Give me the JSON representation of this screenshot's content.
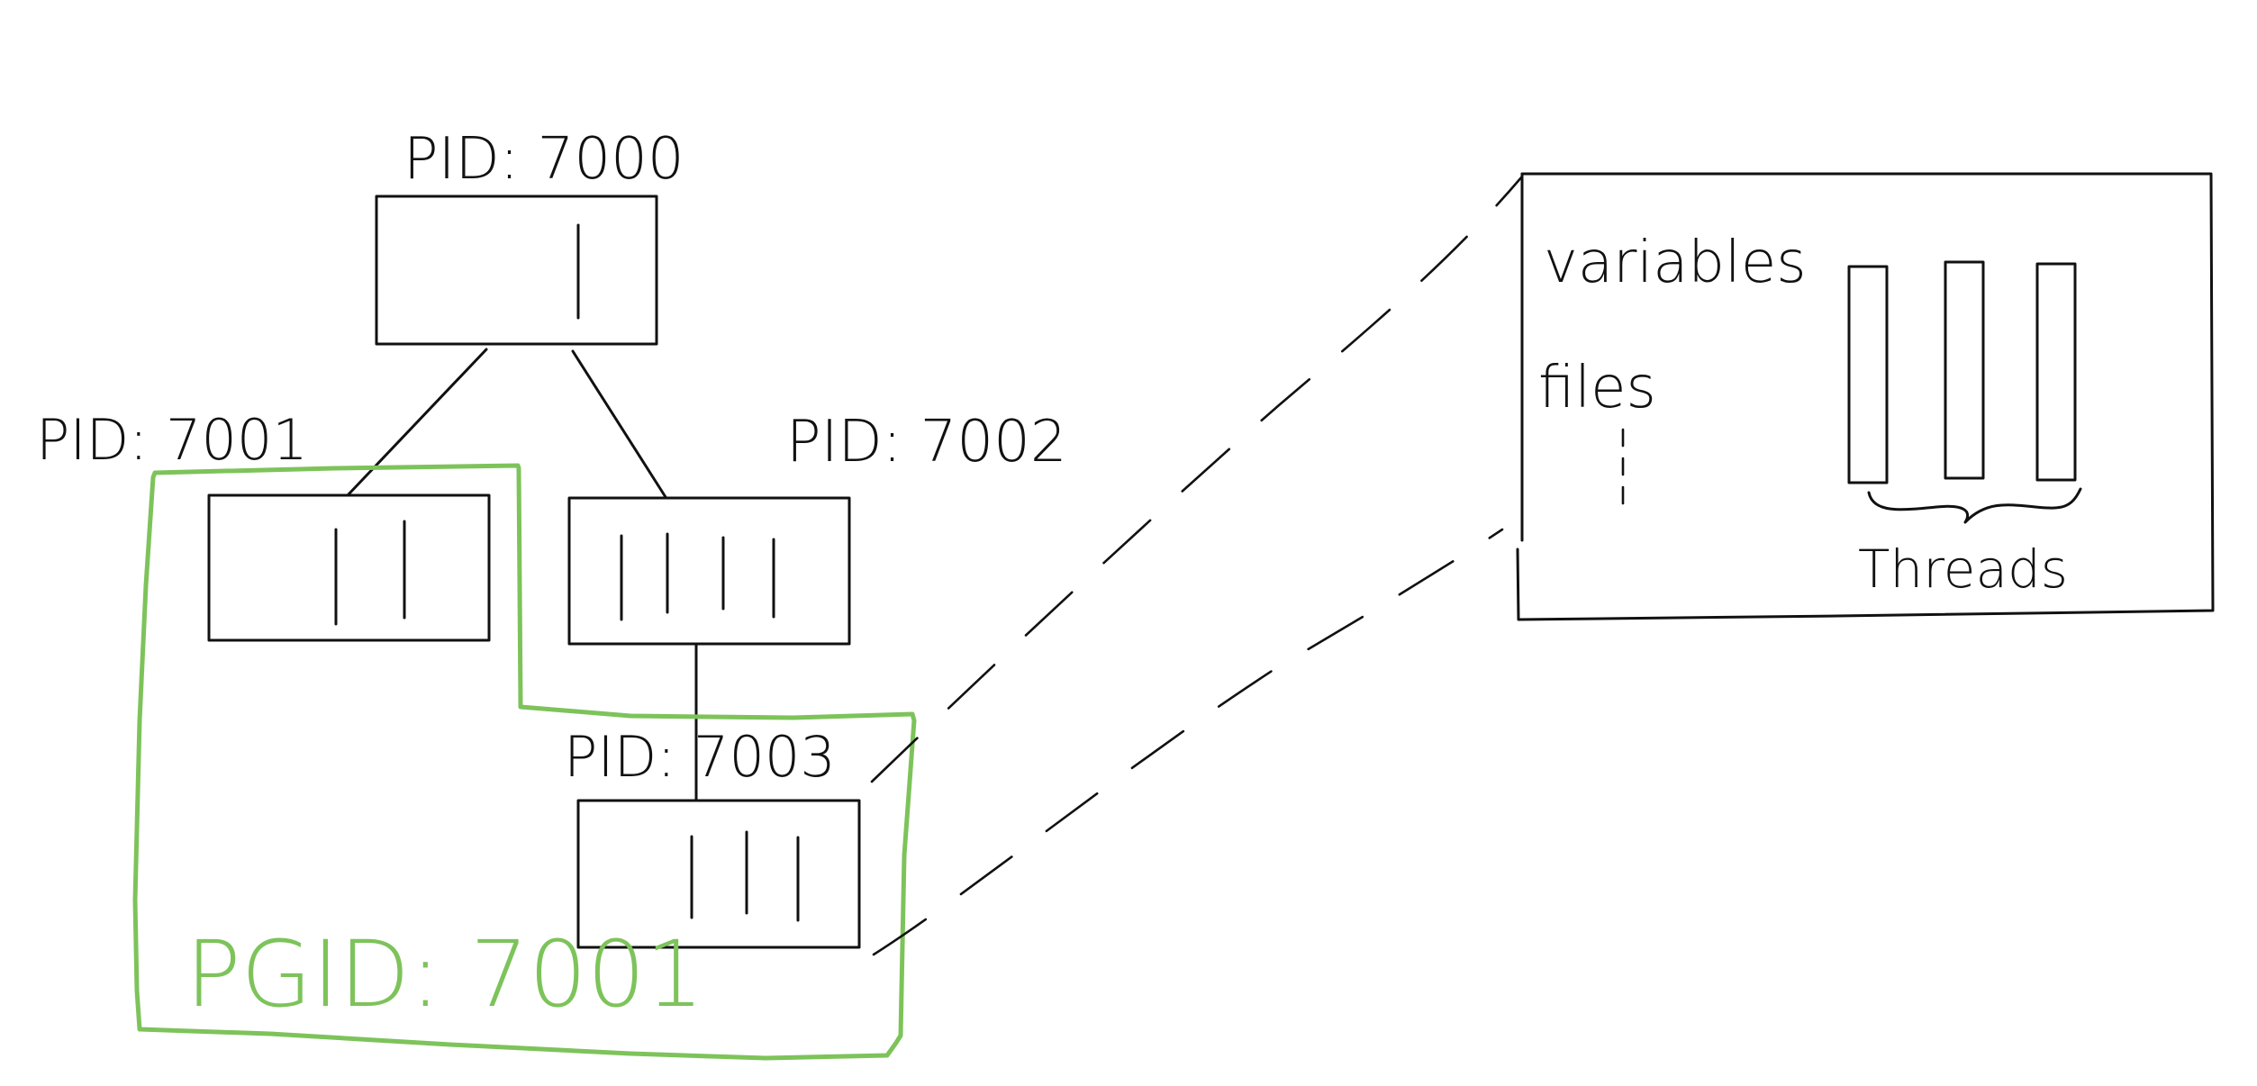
{
  "processes": {
    "p7000": {
      "label": "PID: 7000"
    },
    "p7001": {
      "label": "PID: 7001"
    },
    "p7002": {
      "label": "PID: 7002"
    },
    "p7003": {
      "label": "PID: 7003"
    }
  },
  "group": {
    "label": "PGID: 7001",
    "color": "#7dc35a"
  },
  "detail": {
    "variables": "variables",
    "files": "files",
    "threads": "Threads"
  }
}
